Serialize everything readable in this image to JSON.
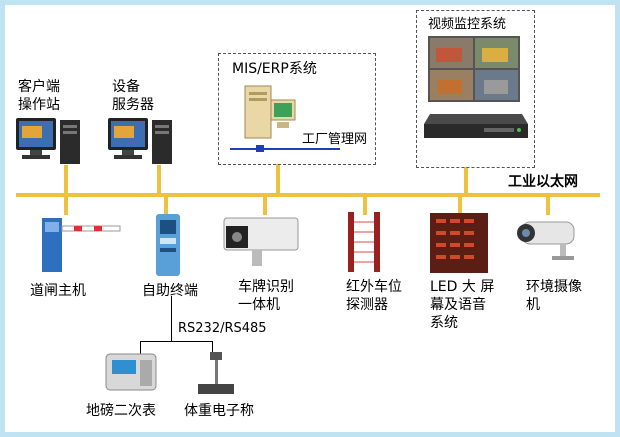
{
  "nodes": {
    "client": "客户端\n操作站",
    "device_server": "设备\n服务器",
    "mis_erp": "MIS/ERP系统",
    "factory_net": "工厂管理网",
    "video": "视频监控系统",
    "ethernet": "工业以太网",
    "gate": "道闸主机",
    "kiosk": "自助终端",
    "plate": "车牌识别\n一体机",
    "ir": "红外车位\n探测器",
    "led": "LED 大 屏\n幕及语音\n系统",
    "camera": "环境摄像\n机",
    "rs": "RS232/RS485",
    "scale_meter": "地磅二次表",
    "body_scale": "体重电子称"
  },
  "colors": {
    "bus": "#f0c040",
    "frame": "#bfe3f2",
    "net_line": "#1f3fb5"
  }
}
